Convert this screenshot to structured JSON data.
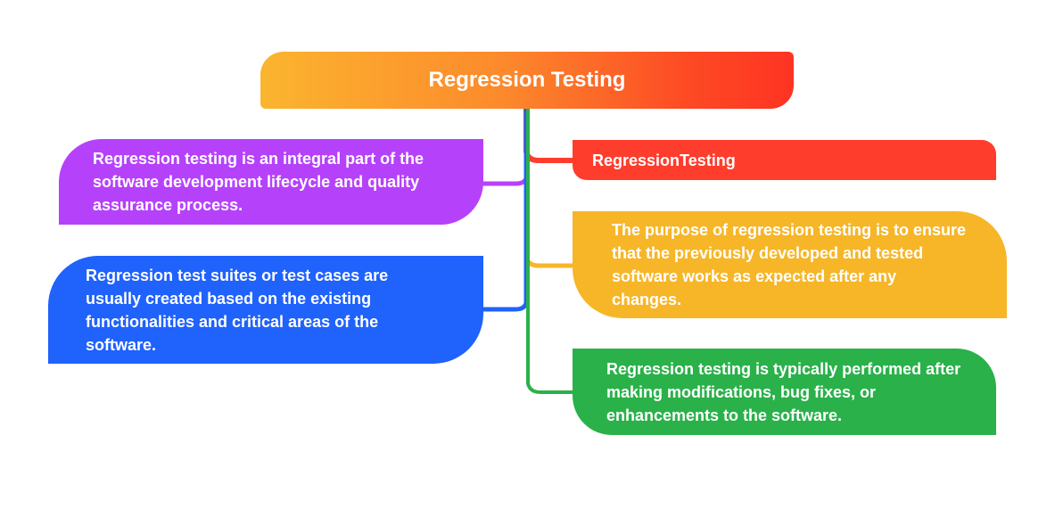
{
  "root": {
    "label": "Regression Testing",
    "gradient": [
      "#fbb52f",
      "#fe3322"
    ]
  },
  "branches": {
    "left": [
      {
        "text": "Regression testing is an integral part of the software development lifecycle and quality assurance process.",
        "color": "#b641fb"
      },
      {
        "text": "Regression test suites or test cases are usually created based on the existing functionalities and critical areas of the software.",
        "color": "#1f62fc"
      }
    ],
    "right": [
      {
        "text": "RegressionTesting",
        "color": "#fe3d2d"
      },
      {
        "text": "The purpose of regression testing is to ensure that the previously developed and tested software works as expected after any changes.",
        "color": "#f6b628"
      },
      {
        "text": "Regression testing is typically performed after making modifications, bug fixes, or enhancements to the software.",
        "color": "#2ab14a"
      }
    ]
  }
}
